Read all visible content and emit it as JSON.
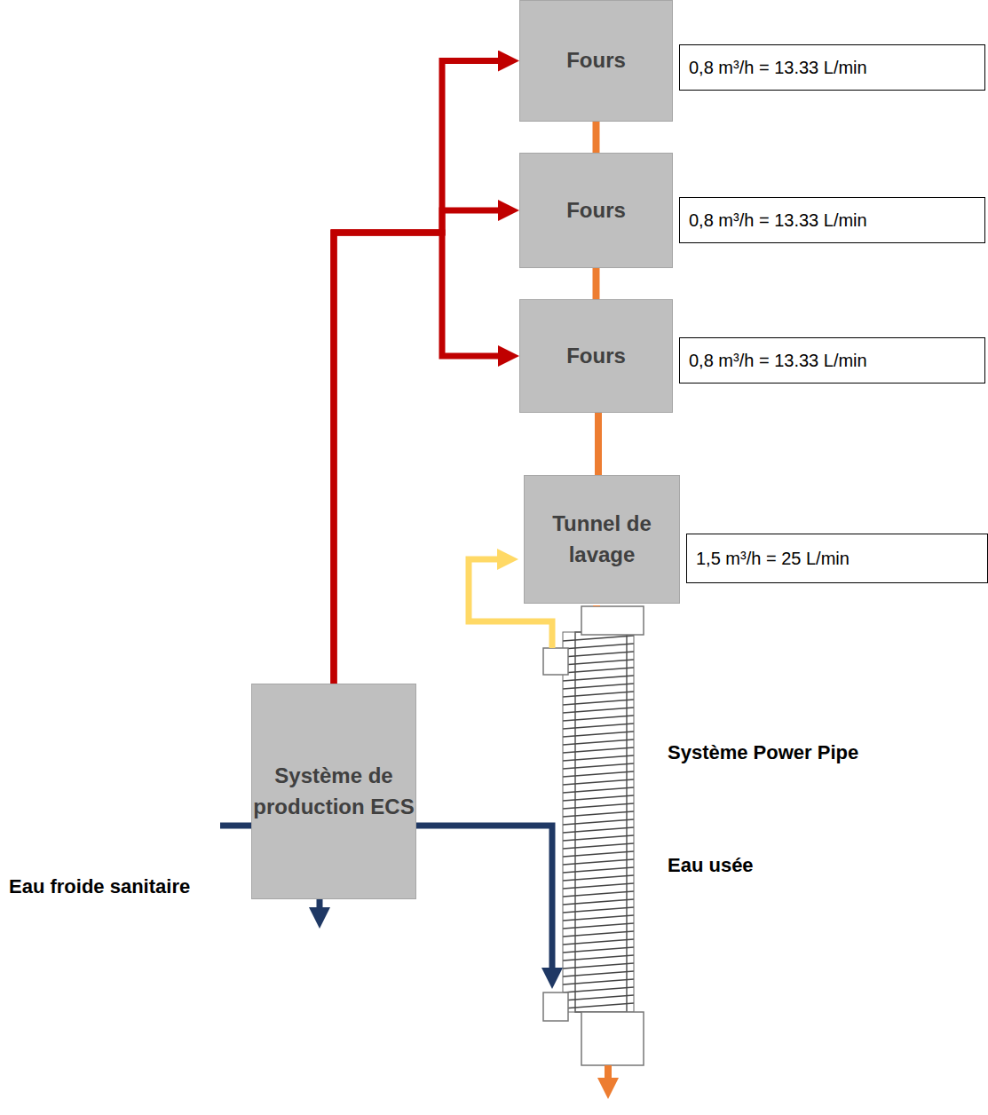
{
  "diagram": {
    "nodes": [
      {
        "text": [
          "Fours"
        ]
      },
      {
        "text": [
          "0,8 m³/h = 13.33 L/min"
        ]
      },
      {
        "text": [
          "Fours"
        ]
      },
      {
        "text": [
          "0,8 m³/h = 13.33 L/min"
        ]
      },
      {
        "text": [
          "Fours"
        ]
      },
      {
        "text": [
          "0,8 m³/h = 13.33 L/min"
        ]
      },
      {
        "text": [
          "Tunnel de lavage"
        ]
      },
      {
        "text": [
          "1,5 m³/h = 25 L/min"
        ]
      },
      {
        "text": [
          "Système de production ECS"
        ]
      }
    ],
    "edges": [
      {
        "from": 8,
        "to": 0,
        "arrow": "to"
      },
      {
        "from": 8,
        "to": 2,
        "arrow": "to"
      },
      {
        "from": 8,
        "to": 4,
        "arrow": "to"
      },
      {
        "from": 0,
        "to": 2,
        "arrow": "none"
      },
      {
        "from": 2,
        "to": 4,
        "arrow": "none"
      },
      {
        "from": 4,
        "to": 6,
        "arrow": "none"
      }
    ],
    "labels": [
      "Système Power Pipe",
      "Eau usée",
      "Eau froide sanitaire"
    ]
  }
}
